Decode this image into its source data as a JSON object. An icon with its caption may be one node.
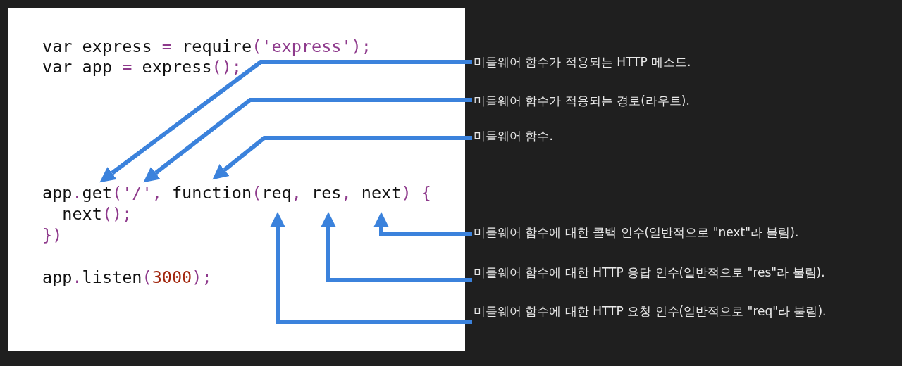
{
  "diagram": {
    "nodes": [
      {
        "text": [
          "var express = require('express');",
          "var app = express();",
          "app.get('/', function(req, res, next) {",
          "next();",
          "})",
          "app.listen(3000);"
        ]
      },
      {
        "text": [
          "미들웨어 함수가 적용되는 HTTP 메소드."
        ]
      },
      {
        "text": [
          "미들웨어 함수가 적용되는 경로(라우트)."
        ]
      },
      {
        "text": [
          "미들웨어 함수."
        ]
      },
      {
        "text": [
          "미들웨어 함수에 대한 콜백 인수(일반적으로 \"next\"라 불림)."
        ]
      },
      {
        "text": [
          "미들웨어 함수에 대한 HTTP 응답 인수(일반적으로 \"res\"라 불림)."
        ]
      },
      {
        "text": [
          "미들웨어 함수에 대한 HTTP 요청 인수(일반적으로 \"req\"라 불림)."
        ]
      }
    ],
    "edges": [
      {
        "from": 1,
        "to": 0,
        "arrow": "to"
      },
      {
        "from": 2,
        "to": 0,
        "arrow": "to"
      },
      {
        "from": 3,
        "to": 0,
        "arrow": "to"
      },
      {
        "from": 4,
        "to": 0,
        "arrow": "to"
      },
      {
        "from": 5,
        "to": 0,
        "arrow": "to"
      },
      {
        "from": 6,
        "to": 0,
        "arrow": "to"
      }
    ]
  }
}
